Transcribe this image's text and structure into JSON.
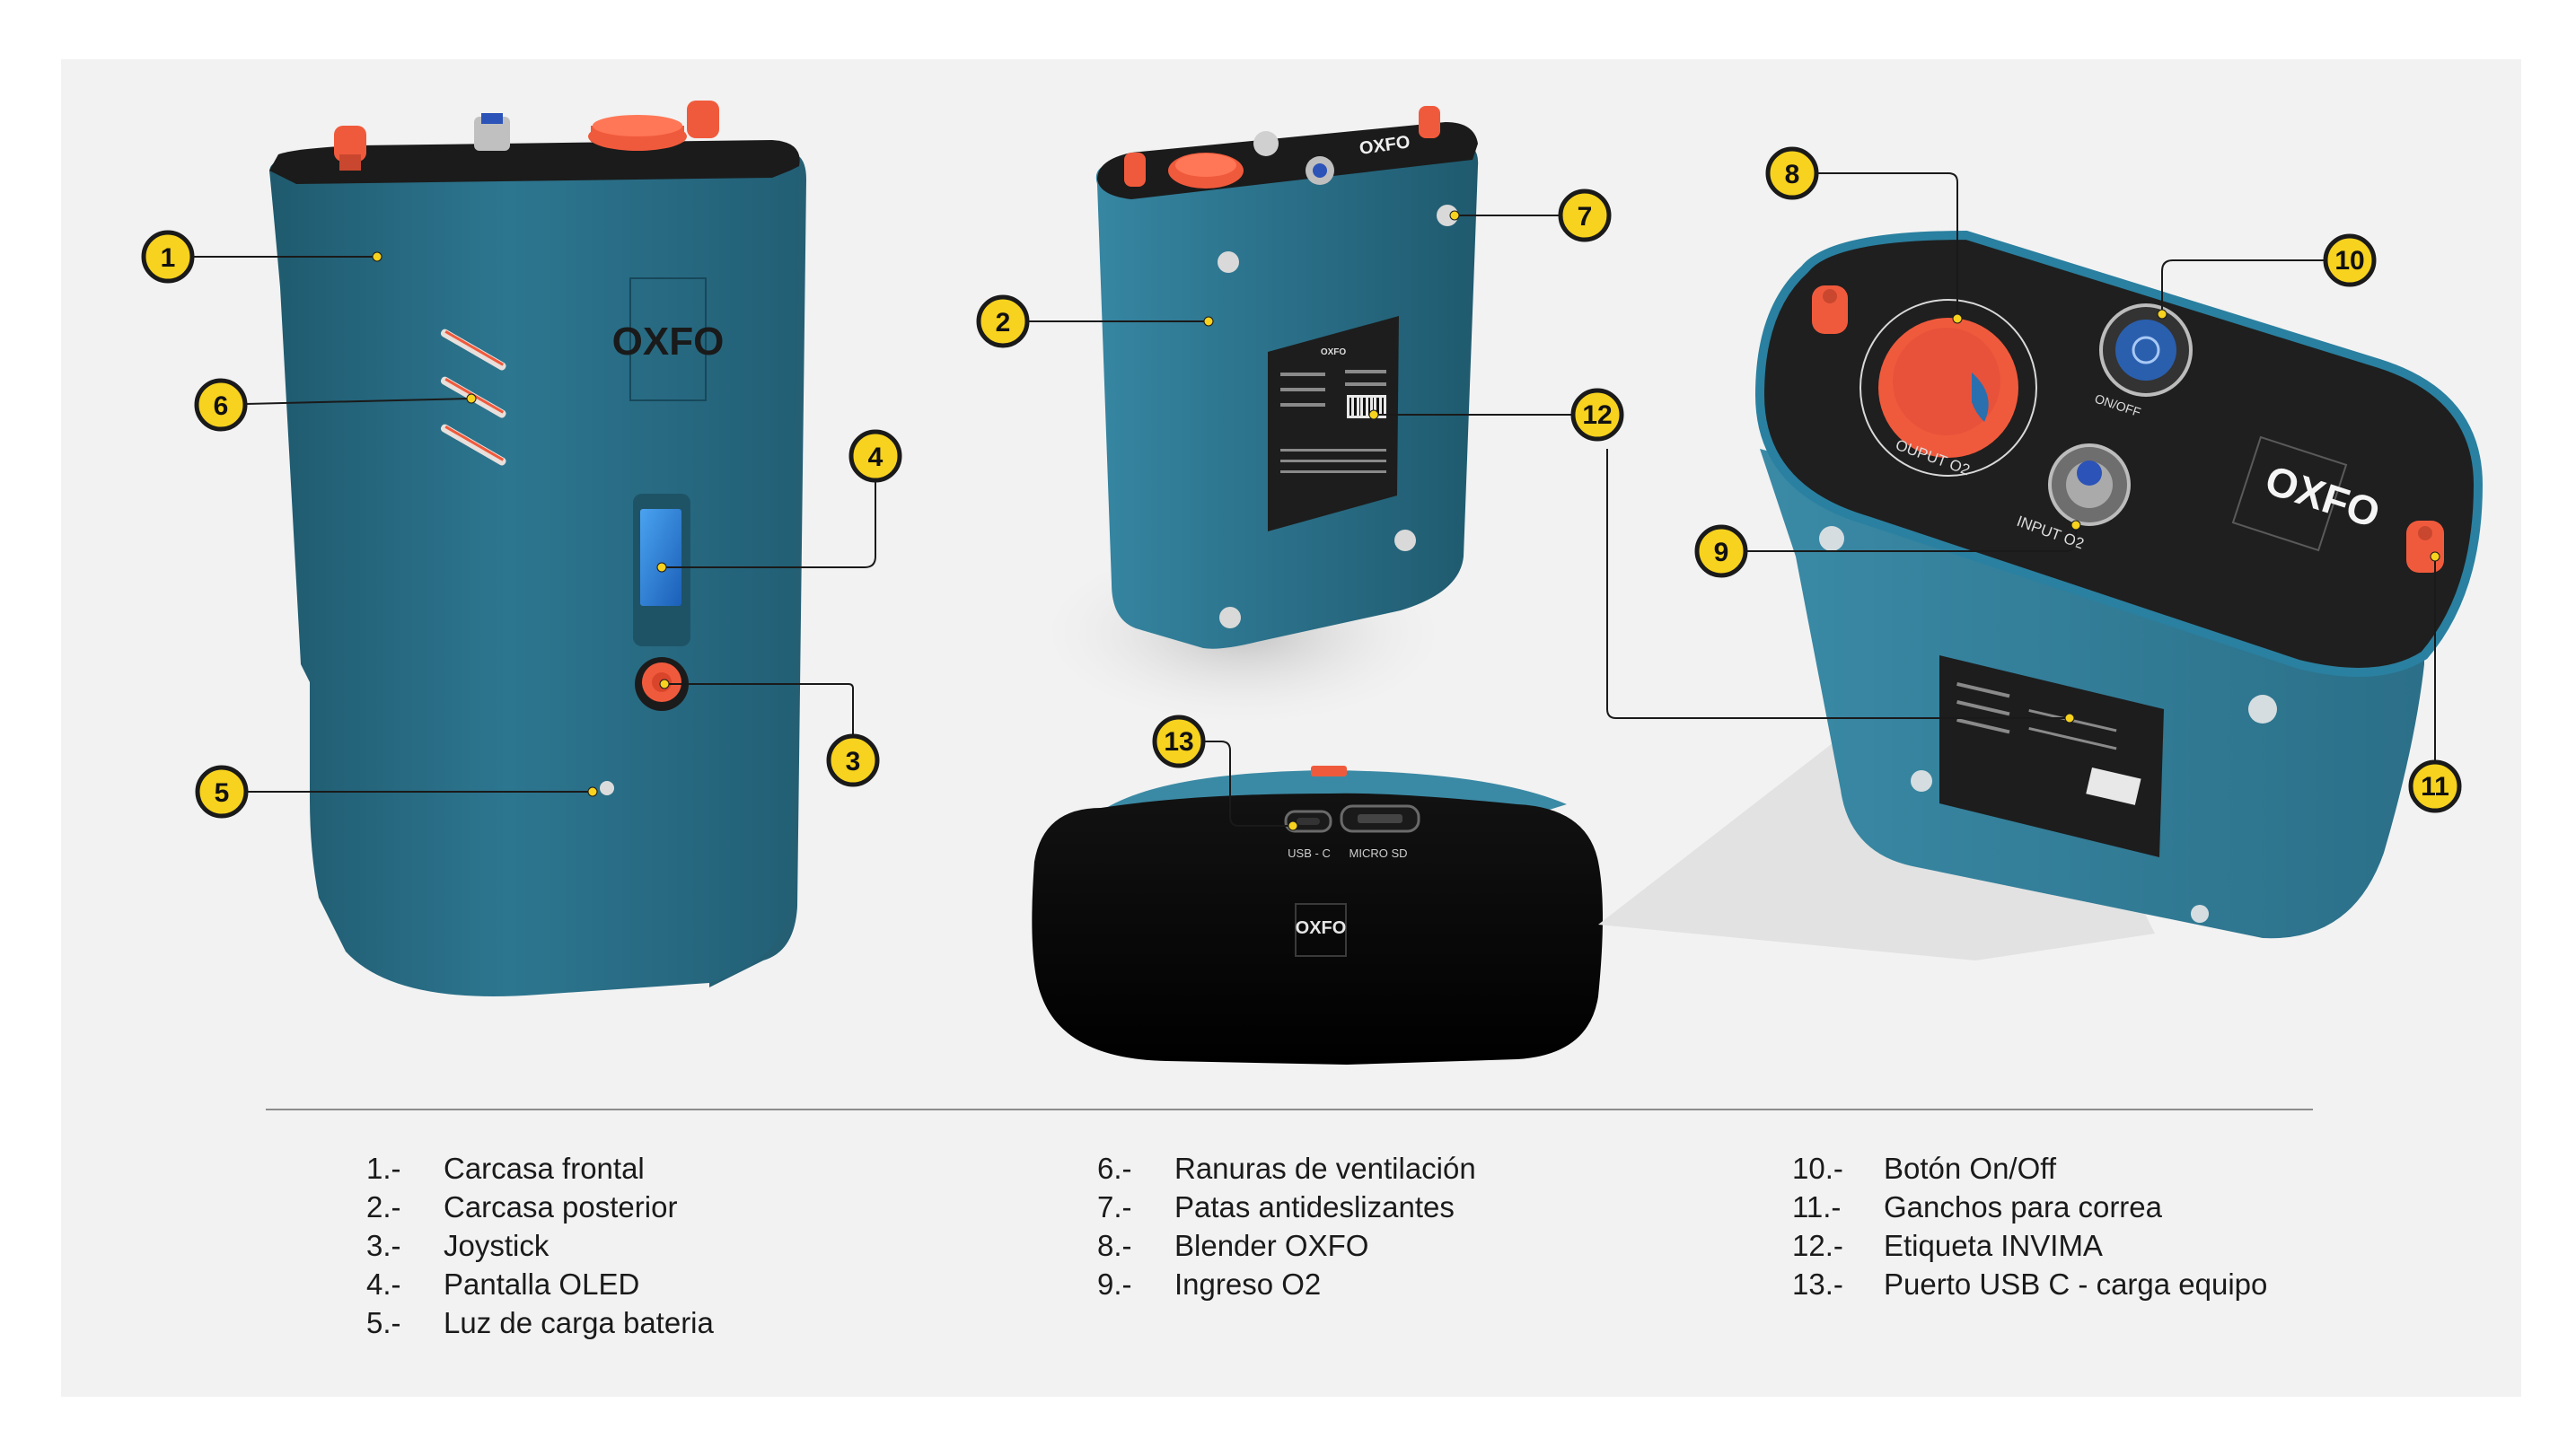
{
  "colors": {
    "background": "#f2f2f2",
    "device_teal": "#2a6f86",
    "device_teal_dark": "#1c4f63",
    "top_plate": "#1b1b1b",
    "accent_orange": "#f05a3c",
    "callout_yellow": "#f7d21e",
    "screen_blue": "#2f7fd6"
  },
  "views": {
    "front": {
      "logo": "OXFO"
    },
    "back": {
      "logo": "OXFO",
      "label_brand": "OXFO"
    },
    "top_right": {
      "logo": "OXFO",
      "output_label": "OUPUT  O2",
      "input_label": "INPUT  O2",
      "onoff_label": "ON/OFF"
    },
    "bottom": {
      "logo": "OXFO",
      "usb_label": "USB - C",
      "micro_label": "MICRO   SD"
    }
  },
  "callouts": [
    "1",
    "2",
    "3",
    "4",
    "5",
    "6",
    "7",
    "8",
    "9",
    "10",
    "11",
    "12",
    "13"
  ],
  "legend": {
    "col1": [
      {
        "num": "1.-",
        "label": "Carcasa frontal"
      },
      {
        "num": "2.-",
        "label": "Carcasa posterior"
      },
      {
        "num": "3.-",
        "label": "Joystick"
      },
      {
        "num": "4.-",
        "label": "Pantalla OLED"
      },
      {
        "num": "5.-",
        "label": "Luz de carga bateria"
      }
    ],
    "col2": [
      {
        "num": "6.-",
        "label": "Ranuras de ventilación"
      },
      {
        "num": "7.-",
        "label": "Patas antideslizantes"
      },
      {
        "num": "8.-",
        "label": "Blender OXFO"
      },
      {
        "num": "9.-",
        "label": "Ingreso O2"
      }
    ],
    "col3": [
      {
        "num": "10.-",
        "label": "Botón On/Off"
      },
      {
        "num": "11.-",
        "label": "Ganchos para correa"
      },
      {
        "num": "12.-",
        "label": "Etiqueta INVIMA"
      },
      {
        "num": "13.-",
        "label": "Puerto USB C - carga equipo"
      }
    ]
  }
}
